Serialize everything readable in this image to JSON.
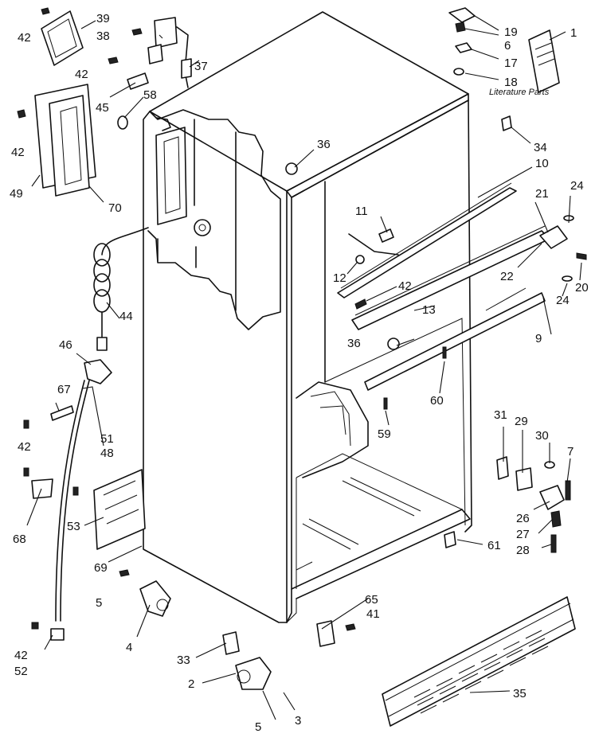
{
  "diagram": {
    "literature_label": "Literature Parts",
    "callouts": [
      {
        "id": "1",
        "label": "1"
      },
      {
        "id": "2",
        "label": "2"
      },
      {
        "id": "3",
        "label": "3"
      },
      {
        "id": "4",
        "label": "4"
      },
      {
        "id": "5a",
        "label": "5"
      },
      {
        "id": "5b",
        "label": "5"
      },
      {
        "id": "6",
        "label": "6"
      },
      {
        "id": "7",
        "label": "7"
      },
      {
        "id": "9",
        "label": "9"
      },
      {
        "id": "10",
        "label": "10"
      },
      {
        "id": "11",
        "label": "11"
      },
      {
        "id": "12",
        "label": "12"
      },
      {
        "id": "13",
        "label": "13"
      },
      {
        "id": "17",
        "label": "17"
      },
      {
        "id": "18",
        "label": "18"
      },
      {
        "id": "19",
        "label": "19"
      },
      {
        "id": "20",
        "label": "20"
      },
      {
        "id": "21",
        "label": "21"
      },
      {
        "id": "22",
        "label": "22"
      },
      {
        "id": "24a",
        "label": "24"
      },
      {
        "id": "24b",
        "label": "24"
      },
      {
        "id": "26",
        "label": "26"
      },
      {
        "id": "27",
        "label": "27"
      },
      {
        "id": "28",
        "label": "28"
      },
      {
        "id": "29",
        "label": "29"
      },
      {
        "id": "30",
        "label": "30"
      },
      {
        "id": "31",
        "label": "31"
      },
      {
        "id": "33",
        "label": "33"
      },
      {
        "id": "34",
        "label": "34"
      },
      {
        "id": "35",
        "label": "35"
      },
      {
        "id": "36a",
        "label": "36"
      },
      {
        "id": "36b",
        "label": "36"
      },
      {
        "id": "37",
        "label": "37"
      },
      {
        "id": "38",
        "label": "38"
      },
      {
        "id": "39",
        "label": "39"
      },
      {
        "id": "41",
        "label": "41"
      },
      {
        "id": "42a",
        "label": "42"
      },
      {
        "id": "42b",
        "label": "42"
      },
      {
        "id": "42c",
        "label": "42"
      },
      {
        "id": "42d",
        "label": "42"
      },
      {
        "id": "42e",
        "label": "42"
      },
      {
        "id": "42f",
        "label": "42"
      },
      {
        "id": "44",
        "label": "44"
      },
      {
        "id": "45",
        "label": "45"
      },
      {
        "id": "46",
        "label": "46"
      },
      {
        "id": "48",
        "label": "48"
      },
      {
        "id": "49",
        "label": "49"
      },
      {
        "id": "51",
        "label": "51"
      },
      {
        "id": "52",
        "label": "52"
      },
      {
        "id": "53",
        "label": "53"
      },
      {
        "id": "58",
        "label": "58"
      },
      {
        "id": "59",
        "label": "59"
      },
      {
        "id": "60",
        "label": "60"
      },
      {
        "id": "61",
        "label": "61"
      },
      {
        "id": "65",
        "label": "65"
      },
      {
        "id": "67",
        "label": "67"
      },
      {
        "id": "68",
        "label": "68"
      },
      {
        "id": "69",
        "label": "69"
      },
      {
        "id": "70",
        "label": "70"
      }
    ]
  }
}
